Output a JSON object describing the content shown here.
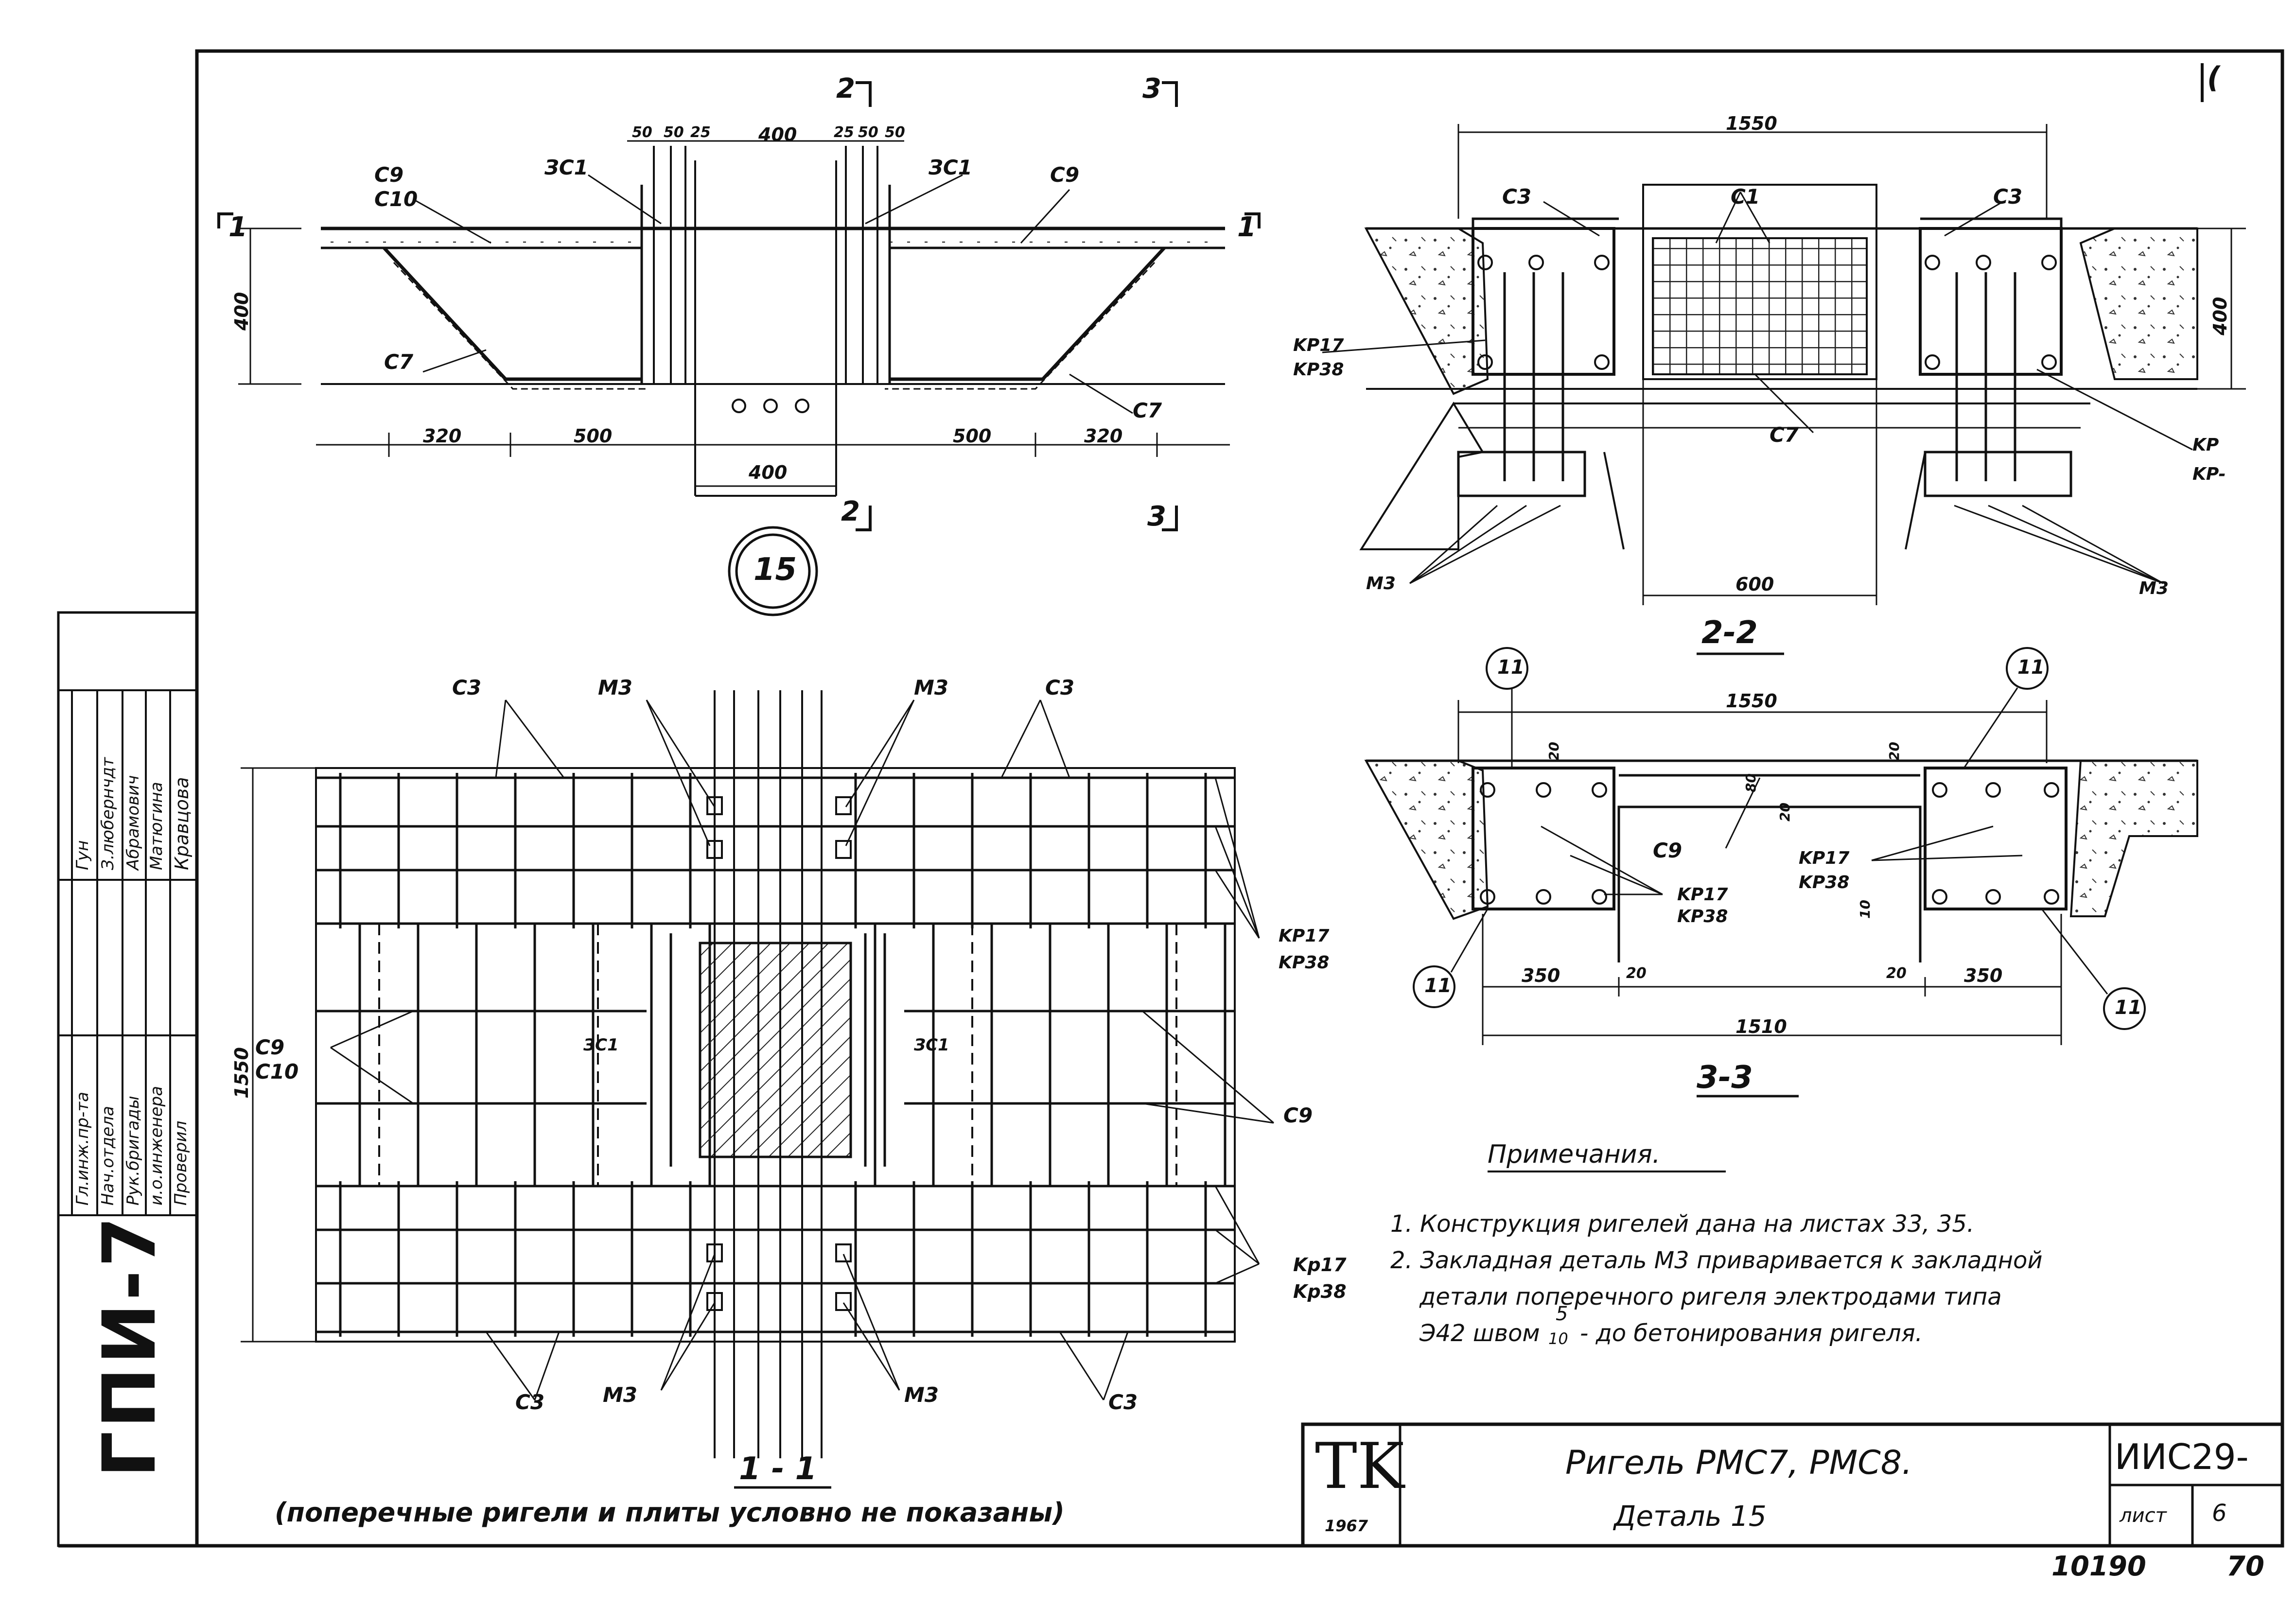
{
  "stamp": {
    "code": "ГПИ-7",
    "roles": [
      "Гл.инж.пр-та",
      "Нач.отдела",
      "Рук.бригады",
      "и.о.инженера",
      "Проверил"
    ],
    "names": [
      "Гун",
      "З.любернчдт",
      "Абрамович",
      "Матюгина",
      "Кравцова"
    ]
  },
  "detail_number": "15",
  "plan_view": {
    "marks": {
      "c9": "C9",
      "c10": "C10",
      "zc1": "ЗС1",
      "c7": "C7"
    },
    "dims_top": [
      "50",
      "50",
      "25",
      "400",
      "25",
      "50",
      "50"
    ],
    "dims_bottom": [
      "320",
      "500",
      "400",
      "500",
      "320"
    ],
    "dim_height": "400",
    "cut_marks": {
      "s1": "1",
      "s2": "2",
      "s3": "3"
    }
  },
  "section_2_2": {
    "title": "2-2",
    "dim_top": "1550",
    "dim_bottom": "600",
    "dim_height": "400",
    "marks": {
      "c3": "C3",
      "c1": "C1",
      "c7": "C7",
      "kp17": "KP17",
      "kp38": "KP38",
      "m3": "M3",
      "kp_cut": "KP",
      "kp_cut2": "KP-"
    },
    "top_right_mark": "("
  },
  "section_3_3": {
    "title": "3-3",
    "dim_top": "1550",
    "dim_bottom": "1510",
    "dims_lower": [
      "350",
      "20",
      "20",
      "350"
    ],
    "small_dims": [
      "20",
      "20",
      "80",
      "20",
      "10"
    ],
    "marks": {
      "h": "11",
      "c9": "C9",
      "kp17": "KP17",
      "kp38": "KP38"
    }
  },
  "section_1_1": {
    "title": "1 - 1",
    "subtitle": "(поперечные ригели и плиты условно не показаны)",
    "dim_height": "1550",
    "marks": {
      "c3": "C3",
      "m3": "M3",
      "c9": "C9",
      "c10": "C10",
      "zc1": "ЗС1",
      "kp17": "KP17",
      "kp38": "KP38",
      "kp17b": "Kp17",
      "kp38b": "Kp38"
    }
  },
  "notes": {
    "heading": "Примечания.",
    "line1": "1. Конструкция ригелей дана на листах 33, 35.",
    "line2": "2. Закладная деталь М3 приваривается к закладной",
    "line3": "детали поперечного ригеля электродами типа",
    "line4": "Э42  швом",
    "line4_frac_top": "5",
    "line4_frac_bottom": "10",
    "line4_rest": "- до бетонирования ригеля."
  },
  "title_block": {
    "logo": "TK",
    "logo_year": "1967",
    "title_line1": "Ригель РМС7, РМС8.",
    "title_line2": "Деталь 15",
    "series": "ИИС29-",
    "sheet_label": "лист",
    "sheet_no": "6",
    "footer_a": "10190",
    "footer_b": "70"
  }
}
